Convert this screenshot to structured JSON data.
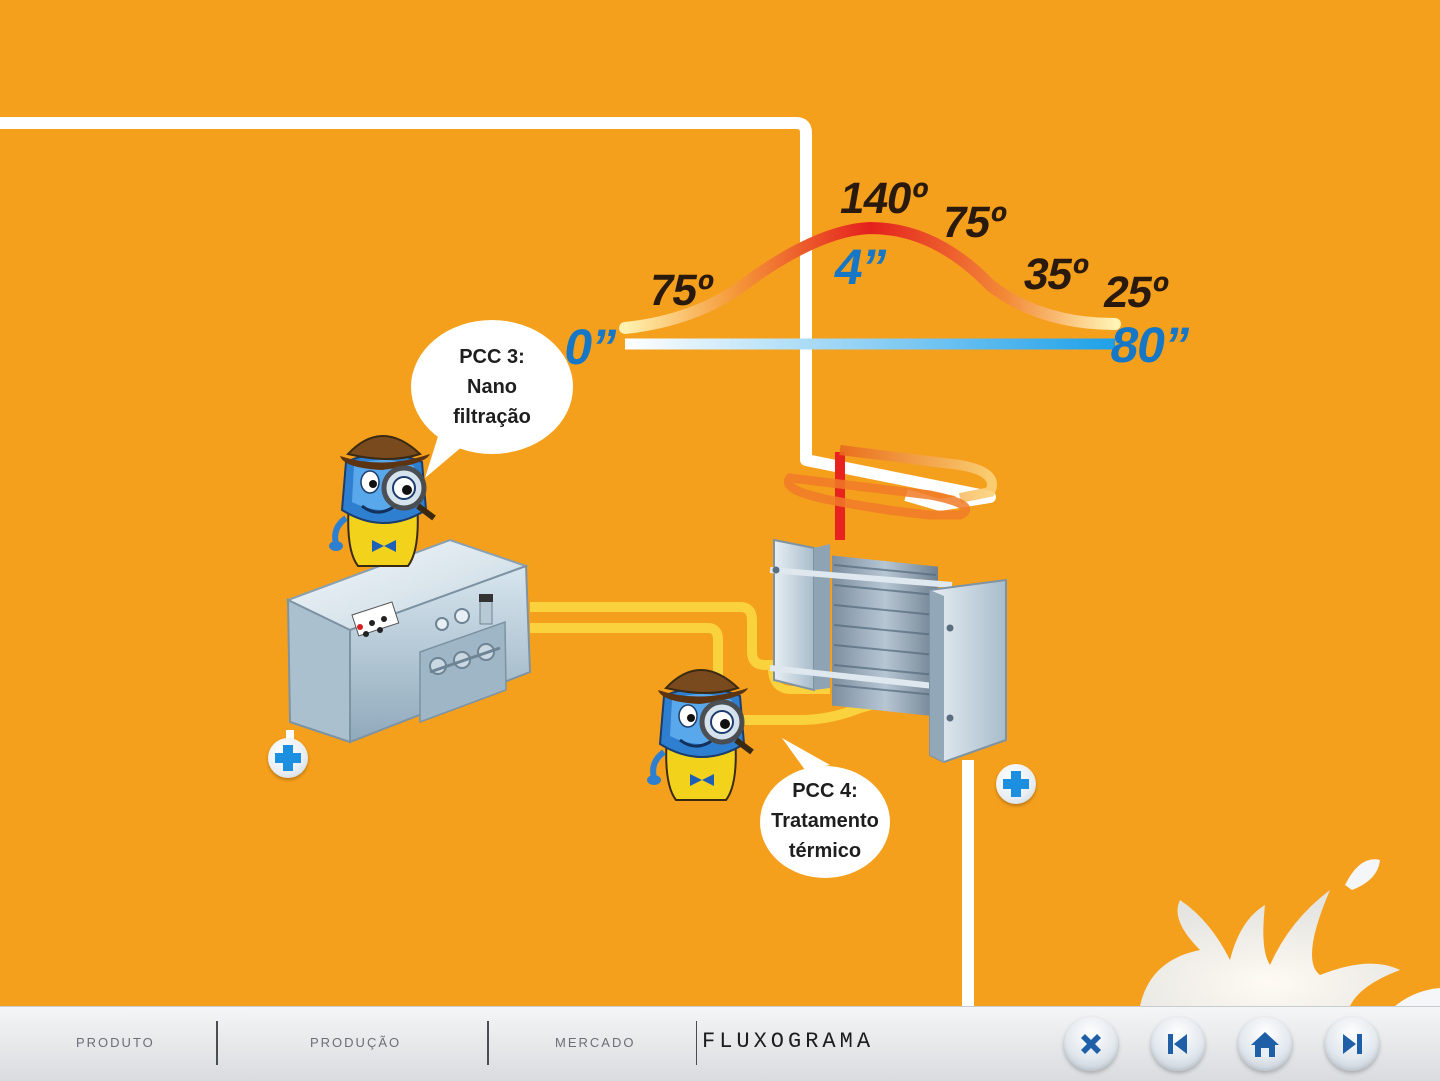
{
  "diagram": {
    "temperatures": [
      "75º",
      "140º",
      "75º",
      "35º",
      "25º"
    ],
    "times": [
      "0”",
      "4”",
      "80”"
    ],
    "bubbles": [
      {
        "lines": [
          "PCC 3:",
          "Nano",
          "filtração"
        ]
      },
      {
        "lines": [
          "PCC 4:",
          "Tratamento",
          "térmico"
        ]
      }
    ],
    "icons": {
      "plus": "plus-icon",
      "mascot": "milk-mascot-detective-icon",
      "homogenizer": "homogenizer-machine-icon",
      "heat_exchanger": "heat-exchanger-icon",
      "milk_splash": "milk-splash-icon"
    }
  },
  "nav": {
    "links": [
      "PRODUTO",
      "PRODUÇÃO",
      "MERCADO"
    ],
    "current": "FLUXOGRAMA",
    "controls": [
      "close-icon",
      "previous-icon",
      "home-icon",
      "next-icon"
    ]
  },
  "colors": {
    "background": "#f5a01c",
    "pipe": "#ffffff",
    "time_blue": "#1577c6",
    "hot_red": "#e8231f",
    "bar": "#e6e8ea"
  }
}
